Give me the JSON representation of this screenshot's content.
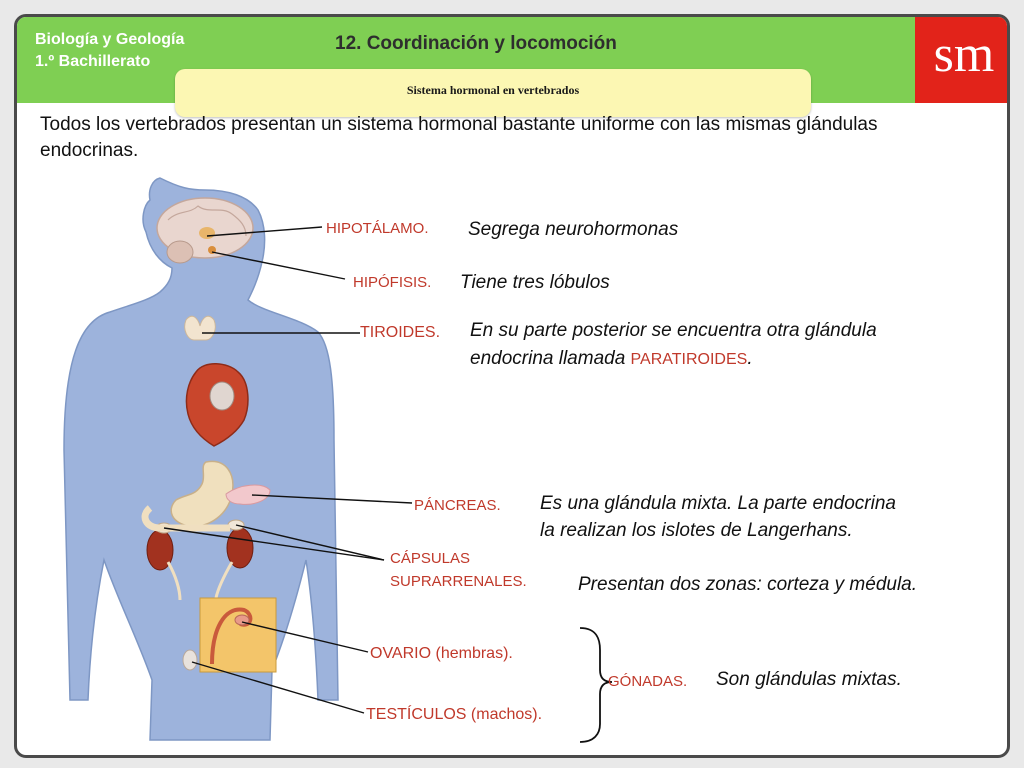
{
  "header": {
    "subject_line1": "Biología y Geología",
    "subject_line2": "1.º Bachillerato",
    "chapter_title": "12. Coordinación y locomoción",
    "logo": "sm",
    "subtitle": "Sistema hormonal en vertebrados"
  },
  "intro": "Todos los vertebrados presentan un sistema hormonal bastante uniforme con las mismas glándulas endocrinas.",
  "glands": {
    "hipotalamo": {
      "label": "HIPOTÁLAMO.",
      "desc": "Segrega neurohormonas"
    },
    "hipofisis": {
      "label": "HIPÓFISIS.",
      "desc": "Tiene tres lóbulos"
    },
    "tiroides": {
      "label": "TIROIDES.",
      "desc_line1": "En su parte posterior se encuentra otra glándula",
      "desc_line2_pre": "endocrina llamada ",
      "desc_line2_red": "PARATIROIDES",
      "desc_line2_post": "."
    },
    "pancreas": {
      "label": "PÁNCREAS.",
      "desc_line1": "Es una glándula mixta. La parte endocrina",
      "desc_line2": "la realizan los islotes de Langerhans."
    },
    "capsulas": {
      "label_line1": "CÁPSULAS",
      "label_line2": "SUPRARRENALES.",
      "desc": "Presentan dos zonas: corteza y médula."
    },
    "ovario": {
      "label": "OVARIO",
      "note": "(hembras)."
    },
    "testiculos": {
      "label": "TESTÍCULOS",
      "note": "(machos)."
    },
    "gonadas": {
      "label": "GÓNADAS.",
      "desc": "Son glándulas mixtas."
    }
  },
  "colors": {
    "header_green": "#7fcf53",
    "logo_red": "#e2231a",
    "subtitle_yellow": "#fcf7b3",
    "label_red": "#c0392b",
    "body_blue": "#9db3dc"
  }
}
